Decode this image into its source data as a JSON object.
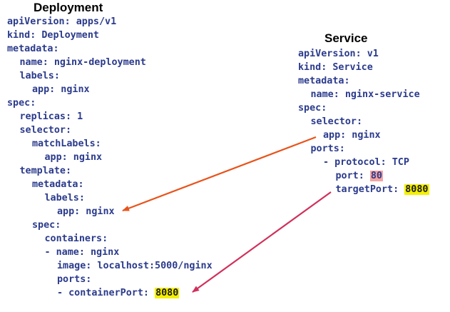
{
  "deployment": {
    "title": "Deployment",
    "lines": [
      {
        "indent": 0,
        "text": "apiVersion: apps/v1"
      },
      {
        "indent": 0,
        "text": "kind: Deployment"
      },
      {
        "indent": 0,
        "text": "metadata:"
      },
      {
        "indent": 1,
        "text": "name: nginx-deployment"
      },
      {
        "indent": 1,
        "text": "labels:"
      },
      {
        "indent": 2,
        "text": "app: nginx"
      },
      {
        "indent": 0,
        "text": "spec:"
      },
      {
        "indent": 1,
        "text": "replicas: 1"
      },
      {
        "indent": 1,
        "text": "selector:"
      },
      {
        "indent": 2,
        "text": "matchLabels:"
      },
      {
        "indent": 3,
        "text": "app: nginx"
      },
      {
        "indent": 1,
        "text": "template:"
      },
      {
        "indent": 2,
        "text": "metadata:"
      },
      {
        "indent": 3,
        "text": "labels:"
      },
      {
        "indent": 4,
        "text": "app: nginx"
      },
      {
        "indent": 2,
        "text": "spec:"
      },
      {
        "indent": 3,
        "text": "containers:"
      },
      {
        "indent": 3,
        "text": "- name: nginx"
      },
      {
        "indent": 4,
        "text": "image: localhost:5000/nginx"
      },
      {
        "indent": 4,
        "text": "ports:"
      },
      {
        "indent": 4,
        "text": "- containerPort: ",
        "highlight": "8080",
        "highlight_color": "#f4f000"
      }
    ]
  },
  "service": {
    "title": "Service",
    "lines": [
      {
        "indent": 0,
        "text": "apiVersion: v1"
      },
      {
        "indent": 0,
        "text": "kind: Service"
      },
      {
        "indent": 0,
        "text": "metadata:"
      },
      {
        "indent": 1,
        "text": "name: nginx-service"
      },
      {
        "indent": 0,
        "text": "spec:"
      },
      {
        "indent": 1,
        "text": "selector:"
      },
      {
        "indent": 2,
        "text": "app: nginx"
      },
      {
        "indent": 1,
        "text": "ports:"
      },
      {
        "indent": 2,
        "text": "- protocol: TCP"
      },
      {
        "indent": 3,
        "text": "port: ",
        "highlight": "80",
        "highlight_color": "#f4a3a3"
      },
      {
        "indent": 3,
        "text": "targetPort: ",
        "highlight": "8080",
        "highlight_color": "#f4f000"
      }
    ]
  },
  "connectors": [
    {
      "from": "service.selector.app",
      "to": "deployment.template.labels.app",
      "color": "#e8531b"
    },
    {
      "from": "service.ports.targetPort",
      "to": "deployment.containers.containerPort",
      "color": "#d1305a"
    }
  ]
}
